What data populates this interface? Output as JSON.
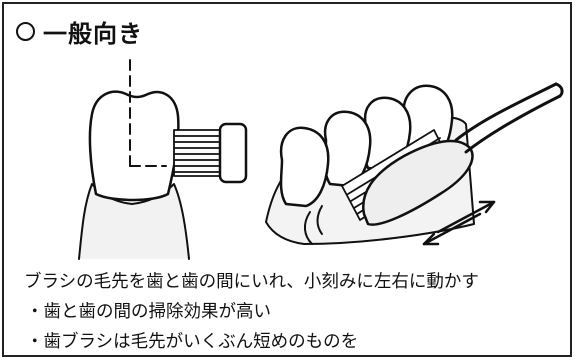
{
  "title": "一般向き",
  "icons": {
    "title_mark": "circle-icon"
  },
  "caption": {
    "main": "ブラシの毛先を歯と歯の間にいれ、小刻みに左右に動かす",
    "bullets": [
      "・歯と歯の間の掃除効果が高い",
      "・歯ブラシは毛先がいくぶん短めのものを"
    ]
  }
}
